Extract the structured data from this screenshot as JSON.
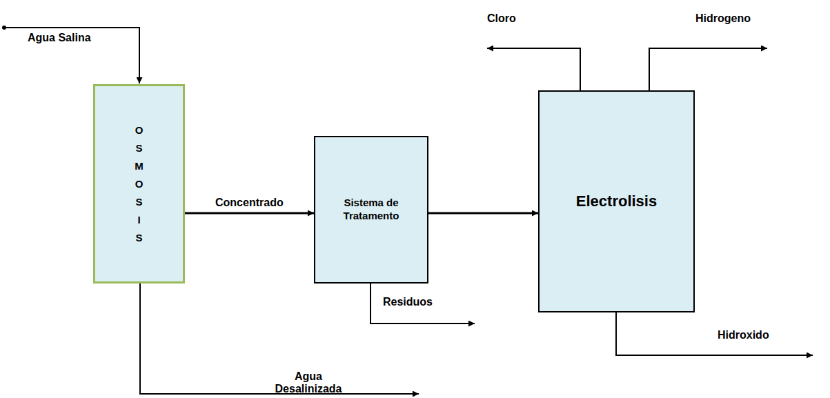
{
  "diagram": {
    "nodes": [
      {
        "text": [
          "O S M O S I S"
        ]
      },
      {
        "text": [
          "Sistema de Tratamento"
        ]
      },
      {
        "text": [
          "Electrolisis"
        ]
      }
    ],
    "edges": [
      {
        "from": 0,
        "to": 1,
        "label": "Concentrado",
        "arrow": "to"
      },
      {
        "from": 1,
        "to": 2,
        "arrow": "to"
      }
    ],
    "labels": [
      "Agua  Salina",
      "Cloro",
      "Hidrogeno",
      "Residuos",
      "Agua Desalinizada",
      "Hidroxido"
    ]
  }
}
